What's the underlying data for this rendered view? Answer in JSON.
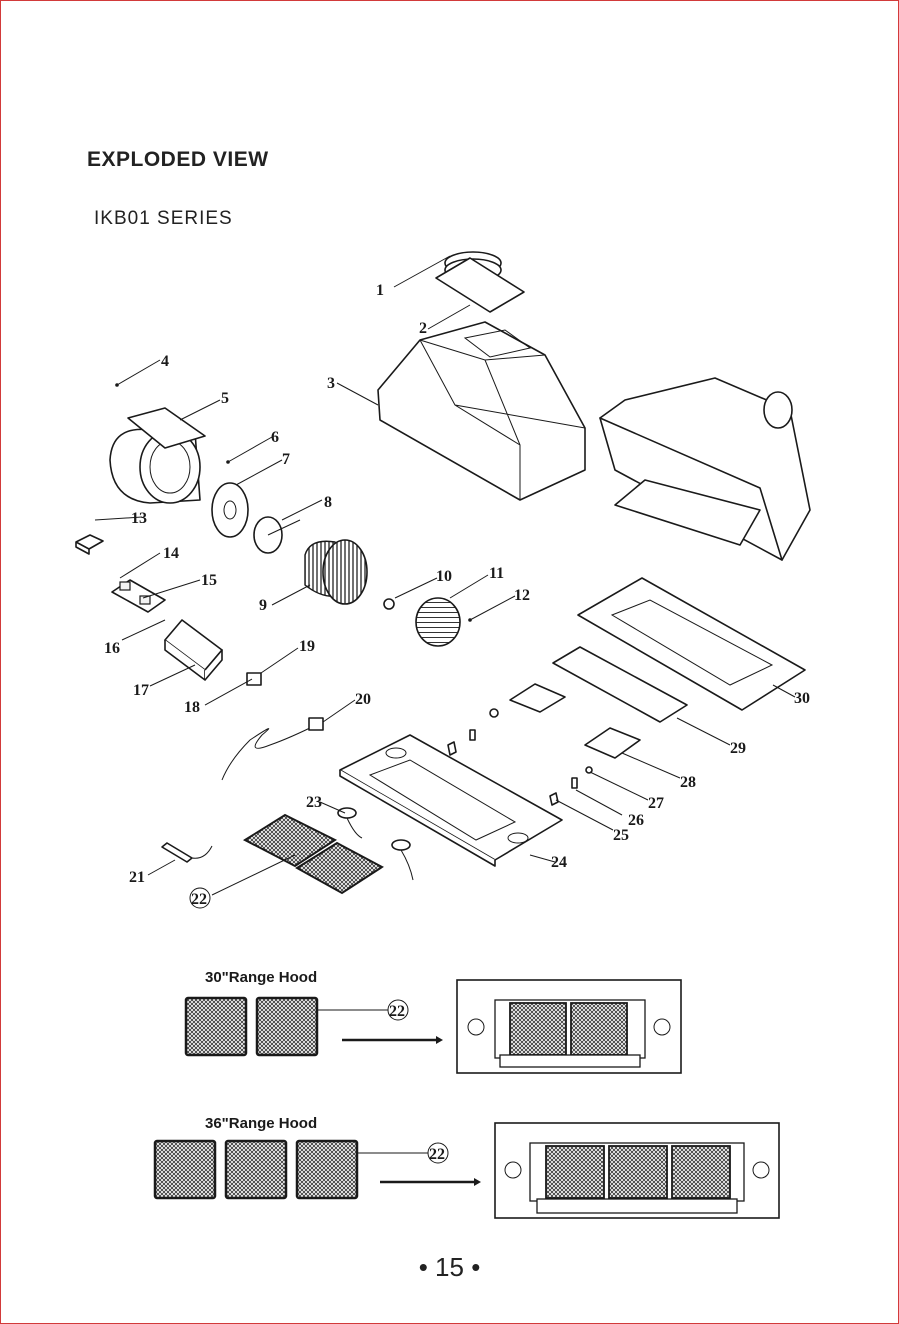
{
  "title": "EXPLODED VIEW",
  "series": "IKB01 SERIES",
  "page_number": "15",
  "callouts": [
    "1",
    "2",
    "3",
    "4",
    "5",
    "6",
    "7",
    "8",
    "9",
    "10",
    "11",
    "12",
    "13",
    "14",
    "15",
    "16",
    "17",
    "18",
    "19",
    "20",
    "21",
    "22",
    "23",
    "24",
    "25",
    "26",
    "27",
    "28",
    "29",
    "30"
  ],
  "filter_callout": "22",
  "hood_30_label": "30\"Range Hood",
  "hood_36_label": "36\"Range Hood"
}
